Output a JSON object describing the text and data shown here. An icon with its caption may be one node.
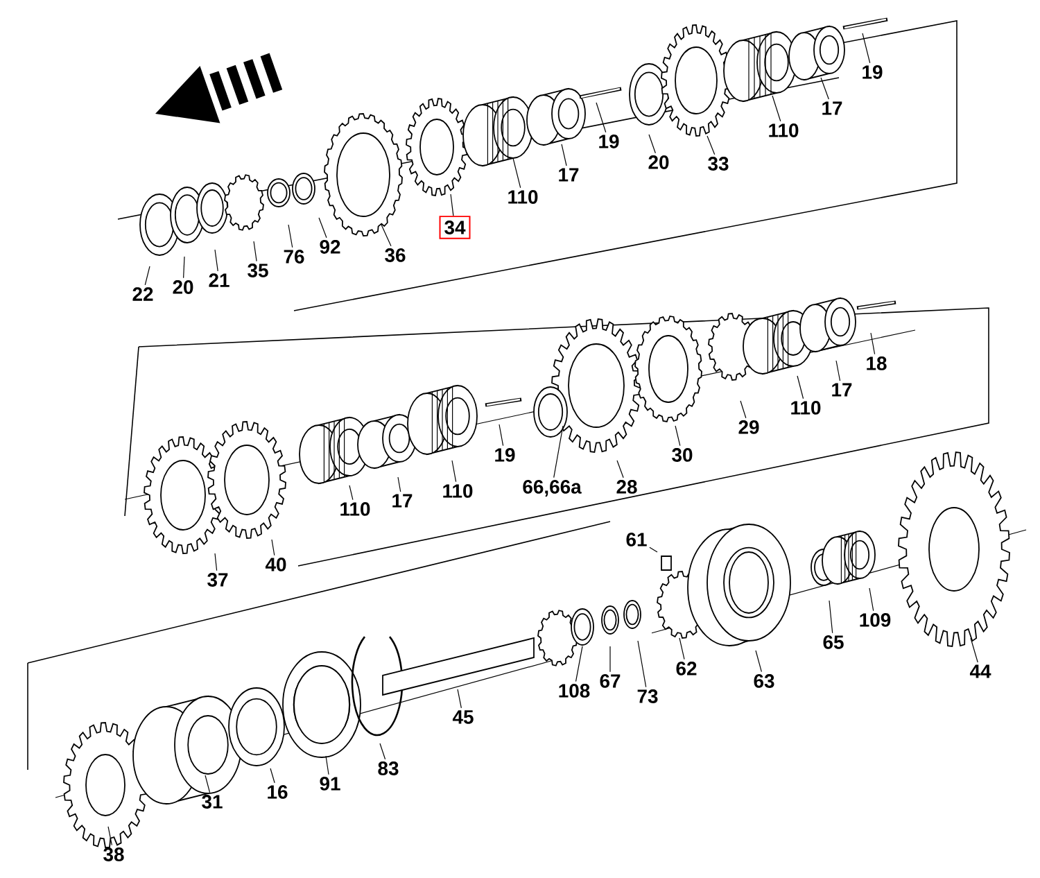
{
  "diagram": {
    "nodes": [
      {
        "text": [
          "22"
        ]
      },
      {
        "text": [
          "20"
        ]
      },
      {
        "text": [
          "21"
        ]
      },
      {
        "text": [
          "35"
        ]
      },
      {
        "text": [
          "76"
        ]
      },
      {
        "text": [
          "92"
        ]
      },
      {
        "text": [
          "36"
        ]
      },
      {
        "text": [
          "34"
        ]
      },
      {
        "text": [
          "110"
        ]
      },
      {
        "text": [
          "17"
        ]
      },
      {
        "text": [
          "19"
        ]
      },
      {
        "text": [
          "20"
        ]
      },
      {
        "text": [
          "33"
        ]
      },
      {
        "text": [
          "110"
        ]
      },
      {
        "text": [
          "17"
        ]
      },
      {
        "text": [
          "19"
        ]
      },
      {
        "text": [
          "37"
        ]
      },
      {
        "text": [
          "40"
        ]
      },
      {
        "text": [
          "110"
        ]
      },
      {
        "text": [
          "17"
        ]
      },
      {
        "text": [
          "110"
        ]
      },
      {
        "text": [
          "19"
        ]
      },
      {
        "text": [
          "66,66a"
        ]
      },
      {
        "text": [
          "28"
        ]
      },
      {
        "text": [
          "30"
        ]
      },
      {
        "text": [
          "29"
        ]
      },
      {
        "text": [
          "110"
        ]
      },
      {
        "text": [
          "17"
        ]
      },
      {
        "text": [
          "18"
        ]
      },
      {
        "text": [
          "61"
        ]
      },
      {
        "text": [
          "38"
        ]
      },
      {
        "text": [
          "31"
        ]
      },
      {
        "text": [
          "16"
        ]
      },
      {
        "text": [
          "91"
        ]
      },
      {
        "text": [
          "83"
        ]
      },
      {
        "text": [
          "45"
        ]
      },
      {
        "text": [
          "108"
        ]
      },
      {
        "text": [
          "67"
        ]
      },
      {
        "text": [
          "73"
        ]
      },
      {
        "text": [
          "62"
        ]
      },
      {
        "text": [
          "63"
        ]
      },
      {
        "text": [
          "65"
        ]
      },
      {
        "text": [
          "109"
        ]
      },
      {
        "text": [
          "44"
        ]
      }
    ],
    "edges": [
      {
        "from": 0,
        "to": null,
        "arrow": "none"
      },
      {
        "from": 1,
        "to": null,
        "arrow": "none"
      },
      {
        "from": 2,
        "to": null,
        "arrow": "none"
      },
      {
        "from": 3,
        "to": null,
        "arrow": "none"
      },
      {
        "from": 4,
        "to": null,
        "arrow": "none"
      },
      {
        "from": 5,
        "to": null,
        "arrow": "none"
      },
      {
        "from": 6,
        "to": null,
        "arrow": "none"
      },
      {
        "from": 7,
        "to": null,
        "arrow": "none"
      },
      {
        "from": 8,
        "to": null,
        "arrow": "none"
      },
      {
        "from": 9,
        "to": null,
        "arrow": "none"
      },
      {
        "from": 10,
        "to": null,
        "arrow": "none"
      },
      {
        "from": 11,
        "to": null,
        "arrow": "none"
      },
      {
        "from": 12,
        "to": null,
        "arrow": "none"
      },
      {
        "from": 13,
        "to": null,
        "arrow": "none"
      },
      {
        "from": 14,
        "to": null,
        "arrow": "none"
      },
      {
        "from": 15,
        "to": null,
        "arrow": "none"
      },
      {
        "from": 16,
        "to": null,
        "arrow": "none"
      },
      {
        "from": 17,
        "to": null,
        "arrow": "none"
      },
      {
        "from": 18,
        "to": null,
        "arrow": "none"
      },
      {
        "from": 19,
        "to": null,
        "arrow": "none"
      },
      {
        "from": 20,
        "to": null,
        "arrow": "none"
      },
      {
        "from": 21,
        "to": null,
        "arrow": "none"
      },
      {
        "from": 22,
        "to": null,
        "arrow": "none"
      },
      {
        "from": 23,
        "to": null,
        "arrow": "none"
      },
      {
        "from": 24,
        "to": null,
        "arrow": "none"
      },
      {
        "from": 25,
        "to": null,
        "arrow": "none"
      },
      {
        "from": 26,
        "to": null,
        "arrow": "none"
      },
      {
        "from": 27,
        "to": null,
        "arrow": "none"
      },
      {
        "from": 28,
        "to": null,
        "arrow": "none"
      },
      {
        "from": 29,
        "to": null,
        "arrow": "none"
      },
      {
        "from": 30,
        "to": null,
        "arrow": "none"
      },
      {
        "from": 31,
        "to": null,
        "arrow": "none"
      },
      {
        "from": 32,
        "to": null,
        "arrow": "none"
      },
      {
        "from": 33,
        "to": null,
        "arrow": "none"
      },
      {
        "from": 34,
        "to": null,
        "arrow": "none"
      },
      {
        "from": 35,
        "to": null,
        "arrow": "none"
      },
      {
        "from": 36,
        "to": null,
        "arrow": "none"
      },
      {
        "from": 37,
        "to": null,
        "arrow": "none"
      },
      {
        "from": 38,
        "to": null,
        "arrow": "none"
      },
      {
        "from": 39,
        "to": null,
        "arrow": "none"
      },
      {
        "from": 40,
        "to": null,
        "arrow": "none"
      },
      {
        "from": 41,
        "to": null,
        "arrow": "none"
      },
      {
        "from": 42,
        "to": null,
        "arrow": "none"
      },
      {
        "from": 43,
        "to": null,
        "arrow": "none"
      }
    ]
  }
}
